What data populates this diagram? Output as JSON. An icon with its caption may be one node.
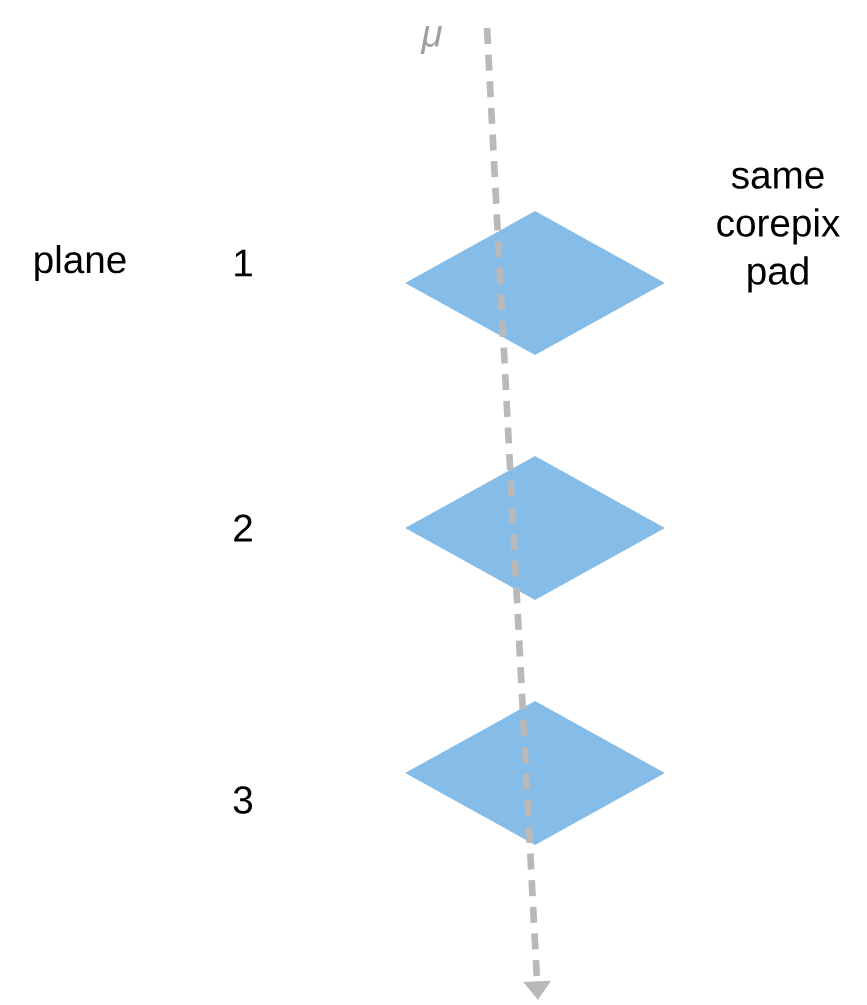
{
  "diagram": {
    "nodes": [
      {
        "text": [],
        "shape": "diamond"
      },
      {
        "text": [],
        "shape": "diamond"
      },
      {
        "text": [],
        "shape": "diamond"
      }
    ],
    "edges": [],
    "labels": [
      "μ",
      "same corepix pad",
      "plane",
      "1",
      "2",
      "3"
    ]
  }
}
